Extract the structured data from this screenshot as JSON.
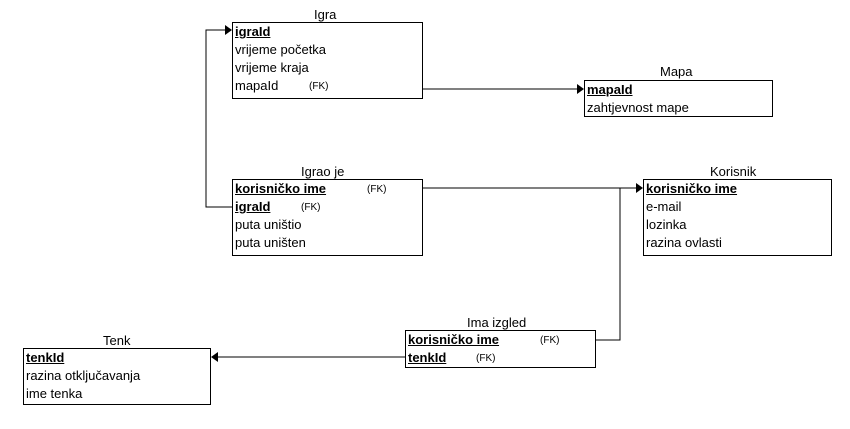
{
  "entities": {
    "igra": {
      "title": "Igra",
      "rows": [
        {
          "t": "igraId"
        },
        {
          "t": "vrijeme početka"
        },
        {
          "t": "vrijeme kraja"
        },
        {
          "t": "mapaId",
          "fk": "(FK)"
        }
      ]
    },
    "mapa": {
      "title": "Mapa",
      "rows": [
        {
          "t": "mapaId"
        },
        {
          "t": "zahtjevnost mape"
        }
      ]
    },
    "igraoje": {
      "title": "Igrao je",
      "rows": [
        {
          "t": "korisničko ime",
          "fk": "(FK)"
        },
        {
          "t": "igraId",
          "fk": "(FK)"
        },
        {
          "t": "puta uništio"
        },
        {
          "t": "puta uništen"
        }
      ]
    },
    "korisnik": {
      "title": "Korisnik",
      "rows": [
        {
          "t": "korisničko ime"
        },
        {
          "t": "e-mail"
        },
        {
          "t": "lozinka"
        },
        {
          "t": "razina ovlasti"
        }
      ]
    },
    "imaizgled": {
      "title": "Ima izgled",
      "rows": [
        {
          "t": "korisničko ime",
          "fk": "(FK)"
        },
        {
          "t": "tenkId",
          "fk": "(FK)"
        }
      ]
    },
    "tenk": {
      "title": "Tenk",
      "rows": [
        {
          "t": "tenkId"
        },
        {
          "t": "razina otključavanja"
        },
        {
          "t": "ime tenka"
        }
      ]
    }
  }
}
